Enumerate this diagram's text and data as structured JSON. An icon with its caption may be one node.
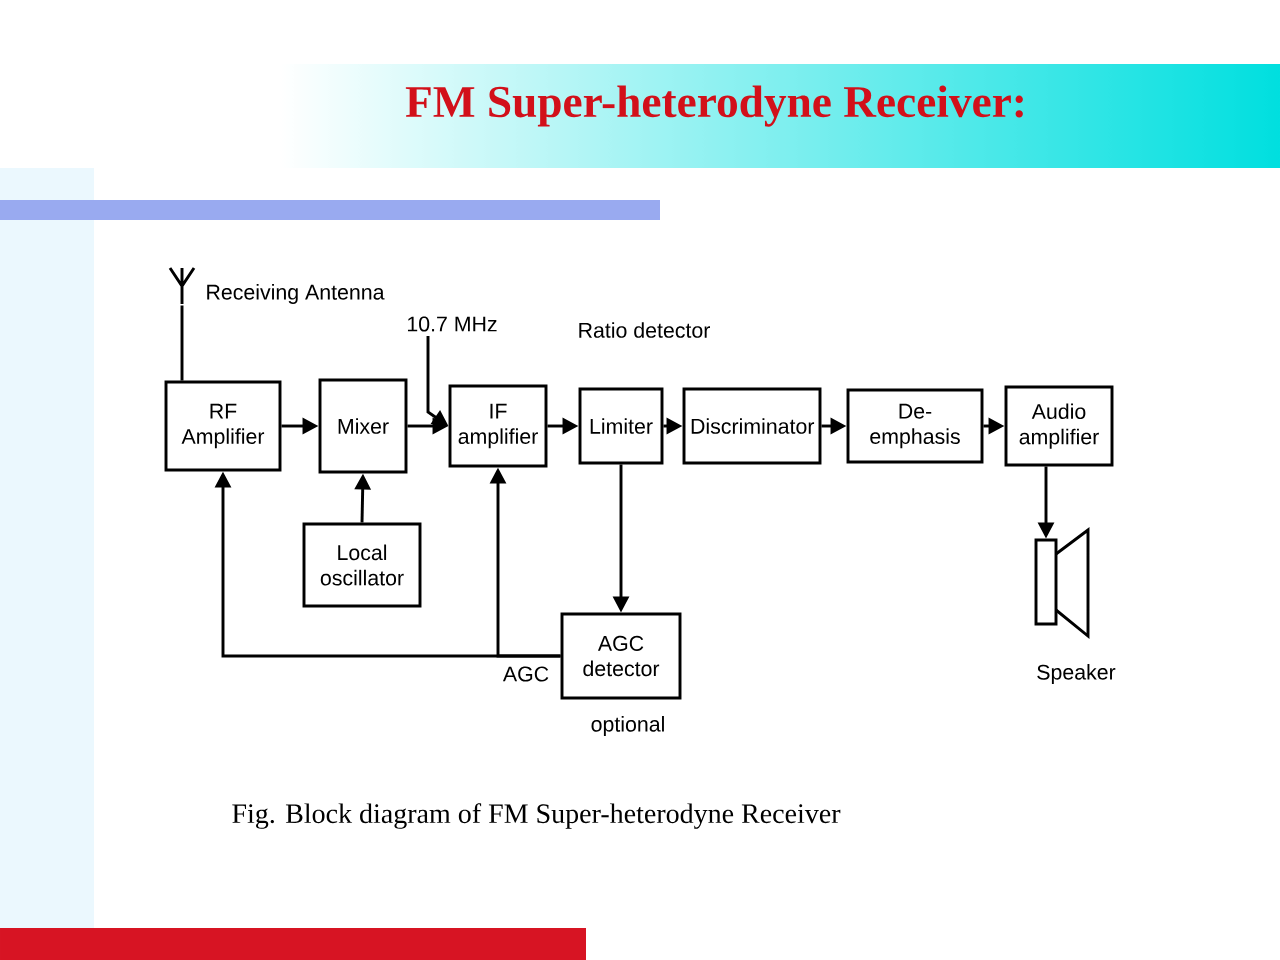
{
  "diagram": {
    "title": "FM Super-heterodyne Receiver:",
    "caption": "Fig. Block diagram of FM Super-heterodyne Receiver",
    "nodes": [
      {
        "text": [
          "RF Amplifier"
        ]
      },
      {
        "text": [
          "Mixer"
        ]
      },
      {
        "text": [
          "IF amplifier"
        ]
      },
      {
        "text": [
          "Limiter"
        ]
      },
      {
        "text": [
          "Discriminator"
        ]
      },
      {
        "text": [
          "De-emphasis"
        ]
      },
      {
        "text": [
          "Audio amplifier"
        ]
      },
      {
        "text": [
          "Local oscillator"
        ]
      },
      {
        "text": [
          "AGC detector"
        ],
        "beside": [
          "optional"
        ]
      },
      {
        "text": [],
        "shape": "speaker",
        "beside": [
          "Speaker"
        ]
      },
      {
        "text": [],
        "shape": "antenna",
        "beside": [
          "Receiving Antenna"
        ]
      }
    ],
    "edges": [
      {
        "from": 10,
        "to": 0,
        "arrow": "none"
      },
      {
        "from": 0,
        "to": 1,
        "arrow": "to"
      },
      {
        "from": 1,
        "to": 2,
        "arrow": "to"
      },
      {
        "from": 2,
        "to": 3,
        "arrow": "to"
      },
      {
        "from": 3,
        "to": 4,
        "arrow": "to"
      },
      {
        "from": 4,
        "to": 5,
        "arrow": "to"
      },
      {
        "from": 5,
        "to": 6,
        "arrow": "to"
      },
      {
        "from": 7,
        "to": 1,
        "arrow": "to"
      },
      {
        "from": null,
        "to": 2,
        "arrow": "to",
        "label": "10.7 MHz"
      },
      {
        "from": 3,
        "to": 8,
        "arrow": "to"
      },
      {
        "from": 8,
        "to": 0,
        "arrow": "to",
        "label": "AGC"
      },
      {
        "from": 8,
        "to": 2,
        "arrow": "to"
      },
      {
        "from": 6,
        "to": 9,
        "arrow": "to"
      }
    ],
    "labels": [
      "Ratio detector"
    ]
  }
}
